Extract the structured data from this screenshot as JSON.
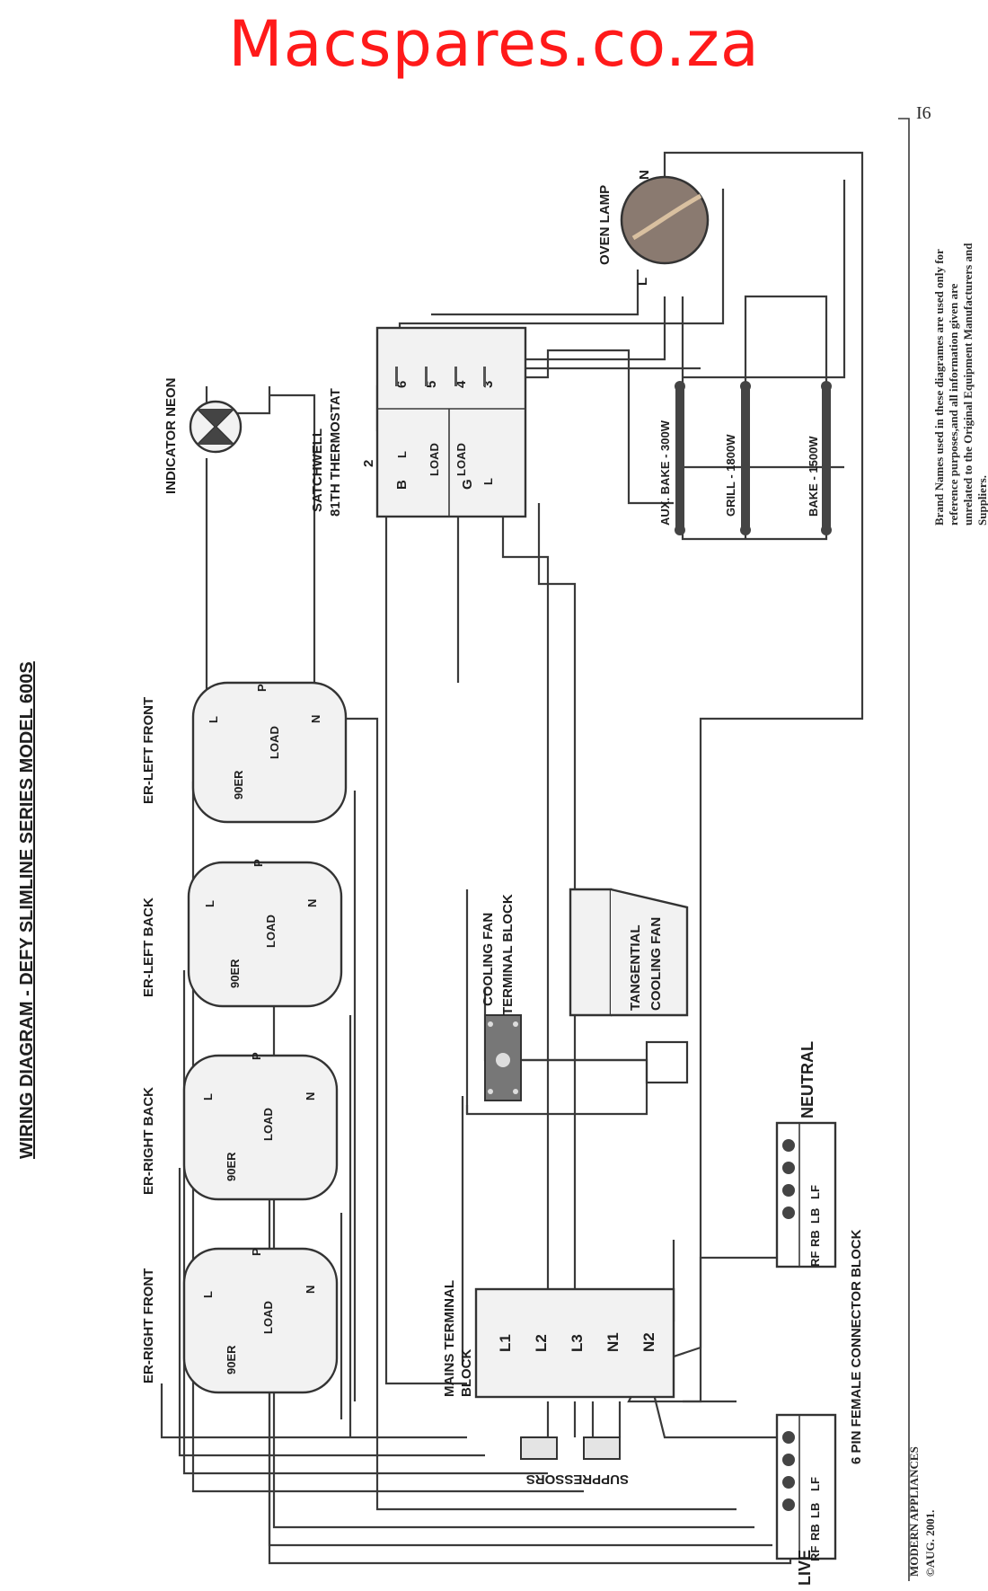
{
  "watermark": "Macspares.co.za",
  "page_number": "I6",
  "title": "WIRING DIAGRAM - DEFY SLIMLINE SERIES MODEL 600S",
  "elements": [
    {
      "name": "ER-RIGHT FRONT",
      "label": "90ER",
      "terminals": [
        "L",
        "P",
        "LOAD",
        "N"
      ]
    },
    {
      "name": "ER-RIGHT BACK",
      "label": "90ER",
      "terminals": [
        "L",
        "P",
        "LOAD",
        "N"
      ]
    },
    {
      "name": "ER-LEFT BACK",
      "label": "90ER",
      "terminals": [
        "L",
        "P",
        "LOAD",
        "N"
      ]
    },
    {
      "name": "ER-LEFT FRONT",
      "label": "90ER",
      "terminals": [
        "L",
        "P",
        "LOAD",
        "N"
      ]
    }
  ],
  "indicator_neon": "INDICATOR NEON",
  "thermostat": {
    "name_line1": "SATCHWELL",
    "name_line2": "81TH THERMOSTAT",
    "left_terminals": [
      "2",
      "L",
      "B",
      "LOAD",
      "LOAD",
      "G",
      "L"
    ],
    "right_terminals": [
      "6",
      "5",
      "4",
      "3"
    ]
  },
  "oven_lamp": {
    "label": "OVEN LAMP",
    "terminals": [
      "L",
      "N"
    ]
  },
  "heaters": [
    "AUX. BAKE - 300W",
    "GRILL - 1800W",
    "BAKE - 1500W"
  ],
  "cooling_fan_block": {
    "line1": "COOLING FAN",
    "line2": "TERMINAL BLOCK"
  },
  "tangential_fan": {
    "line1": "TANGENTIAL",
    "line2": "COOLING FAN"
  },
  "mains_block": {
    "line1": "MAINS TERMINAL",
    "line2": "BLOCK",
    "terminals": [
      "L1",
      "L2",
      "L3",
      "N1",
      "N2"
    ]
  },
  "suppressors": "SUPPRESSORS",
  "connector": {
    "label": "6 PIN FEMALE CONNECTOR BLOCK",
    "live": "LIVE",
    "neutral": "NEUTRAL",
    "pins": [
      "RF",
      "RB",
      "LB",
      "LF"
    ]
  },
  "footer": {
    "line1": "MODERN APPLIANCES",
    "line2": "©AUG. 2001."
  },
  "disclaimer": [
    "Brand Names used in these diagrames are used only for",
    "reference purposes,and all information given are",
    "unrelated to the Original Equipment Manufacturers and",
    "Suppliers."
  ],
  "colors": {
    "watermark": "#ff1a1a",
    "ink": "#333333",
    "lamp": "#8a7a70"
  }
}
